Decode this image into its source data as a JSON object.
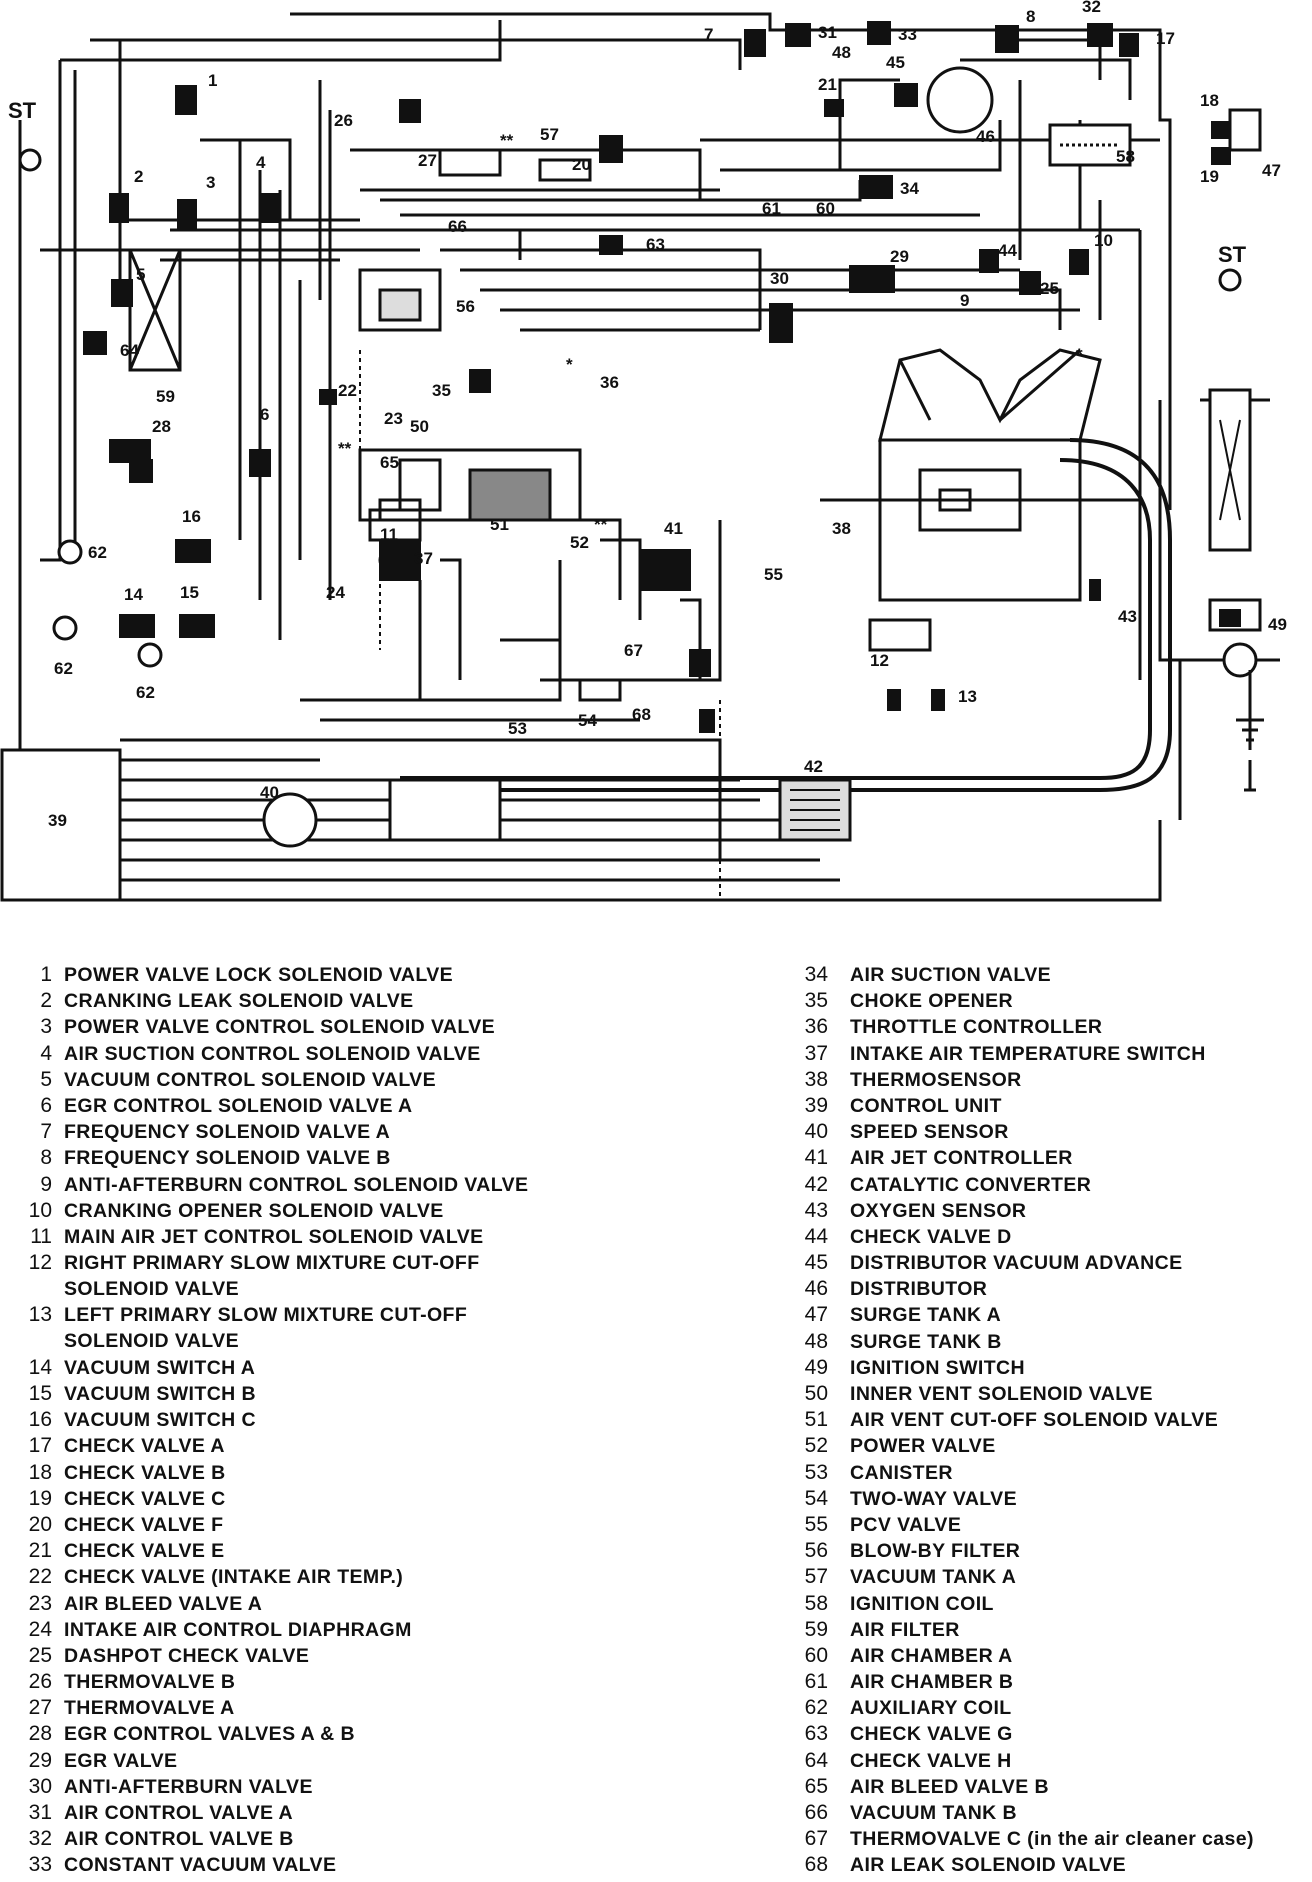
{
  "diagram": {
    "labels": {
      "st_left": "ST",
      "st_right": "ST",
      "c1": "1",
      "c2": "2",
      "c3": "3",
      "c4": "4",
      "c5": "5",
      "c6": "6",
      "c7": "7",
      "c8": "8",
      "c9": "9",
      "c10": "10",
      "c11": "11",
      "c12": "12",
      "c13": "13",
      "c14": "14",
      "c15": "15",
      "c16": "16",
      "c17": "17",
      "c18": "18",
      "c19": "19",
      "c20": "20",
      "c21": "21",
      "c22": "22",
      "c23": "23",
      "c24": "24",
      "c25": "25",
      "c26": "26",
      "c27": "27",
      "c28": "28",
      "c29": "29",
      "c30": "30",
      "c31": "31",
      "c32": "32",
      "c33": "33",
      "c34": "34",
      "c35": "35",
      "c36": "36",
      "c37": "37",
      "c38": "38",
      "c39": "39",
      "c40": "40",
      "c41": "41",
      "c42": "42",
      "c43": "43",
      "c44": "44",
      "c45": "45",
      "c46": "46",
      "c47": "47",
      "c48": "48",
      "c49": "49",
      "c50": "50",
      "c51": "51",
      "c52": "52",
      "c53": "53",
      "c54": "54",
      "c55": "55",
      "c56": "56",
      "c57": "57",
      "c58": "58",
      "c59": "59",
      "c60": "60",
      "c61": "61",
      "c62a": "62",
      "c62b": "62",
      "c62c": "62",
      "c63": "63",
      "c64": "64",
      "c65": "65",
      "c66": "66",
      "c67": "67",
      "c68": "68",
      "star_a": "**",
      "star_b": "**",
      "star_c": "**",
      "star_d": "*",
      "star_e": "*"
    }
  },
  "legend": {
    "left": [
      {
        "num": "1",
        "text": "POWER VALVE LOCK SOLENOID VALVE"
      },
      {
        "num": "2",
        "text": "CRANKING LEAK SOLENOID VALVE"
      },
      {
        "num": "3",
        "text": "POWER VALVE CONTROL SOLENOID VALVE"
      },
      {
        "num": "4",
        "text": "AIR SUCTION CONTROL SOLENOID VALVE"
      },
      {
        "num": "5",
        "text": "VACUUM CONTROL SOLENOID VALVE"
      },
      {
        "num": "6",
        "text": "EGR CONTROL SOLENOID VALVE A"
      },
      {
        "num": "7",
        "text": "FREQUENCY SOLENOID VALVE A"
      },
      {
        "num": "8",
        "text": "FREQUENCY SOLENOID VALVE B"
      },
      {
        "num": "9",
        "text": "ANTI-AFTERBURN CONTROL SOLENOID VALVE"
      },
      {
        "num": "10",
        "text": "CRANKING OPENER SOLENOID VALVE"
      },
      {
        "num": "11",
        "text": "MAIN AIR JET CONTROL SOLENOID VALVE"
      },
      {
        "num": "12",
        "text": "RIGHT PRIMARY SLOW MIXTURE CUT-OFF\nSOLENOID VALVE"
      },
      {
        "num": "13",
        "text": "LEFT PRIMARY SLOW MIXTURE CUT-OFF\nSOLENOID VALVE"
      },
      {
        "num": "14",
        "text": "VACUUM SWITCH A"
      },
      {
        "num": "15",
        "text": "VACUUM SWITCH B"
      },
      {
        "num": "16",
        "text": "VACUUM SWITCH C"
      },
      {
        "num": "17",
        "text": "CHECK VALVE A"
      },
      {
        "num": "18",
        "text": "CHECK VALVE B"
      },
      {
        "num": "19",
        "text": "CHECK VALVE C"
      },
      {
        "num": "20",
        "text": "CHECK VALVE F"
      },
      {
        "num": "21",
        "text": "CHECK VALVE E"
      },
      {
        "num": "22",
        "text": "CHECK VALVE (INTAKE AIR TEMP.)"
      },
      {
        "num": "23",
        "text": "AIR BLEED VALVE A"
      },
      {
        "num": "24",
        "text": "INTAKE AIR CONTROL DIAPHRAGM"
      },
      {
        "num": "25",
        "text": "DASHPOT CHECK VALVE"
      },
      {
        "num": "26",
        "text": "THERMOVALVE B"
      },
      {
        "num": "27",
        "text": "THERMOVALVE A"
      },
      {
        "num": "28",
        "text": "EGR CONTROL VALVES A & B"
      },
      {
        "num": "29",
        "text": "EGR VALVE"
      },
      {
        "num": "30",
        "text": "ANTI-AFTERBURN VALVE"
      },
      {
        "num": "31",
        "text": "AIR CONTROL VALVE A"
      },
      {
        "num": "32",
        "text": "AIR CONTROL VALVE B"
      },
      {
        "num": "33",
        "text": "CONSTANT VACUUM VALVE"
      }
    ],
    "right": [
      {
        "num": "34",
        "text": "AIR SUCTION VALVE"
      },
      {
        "num": "35",
        "text": "CHOKE OPENER"
      },
      {
        "num": "36",
        "text": "THROTTLE CONTROLLER"
      },
      {
        "num": "37",
        "text": "INTAKE AIR TEMPERATURE SWITCH"
      },
      {
        "num": "38",
        "text": "THERMOSENSOR"
      },
      {
        "num": "39",
        "text": "CONTROL UNIT"
      },
      {
        "num": "40",
        "text": "SPEED SENSOR"
      },
      {
        "num": "41",
        "text": "AIR JET CONTROLLER"
      },
      {
        "num": "42",
        "text": "CATALYTIC CONVERTER"
      },
      {
        "num": "43",
        "text": "OXYGEN SENSOR"
      },
      {
        "num": "44",
        "text": "CHECK VALVE D"
      },
      {
        "num": "45",
        "text": "DISTRIBUTOR VACUUM ADVANCE"
      },
      {
        "num": "46",
        "text": "DISTRIBUTOR"
      },
      {
        "num": "47",
        "text": "SURGE TANK A"
      },
      {
        "num": "48",
        "text": "SURGE TANK B"
      },
      {
        "num": "49",
        "text": "IGNITION SWITCH"
      },
      {
        "num": "50",
        "text": "INNER VENT SOLENOID VALVE"
      },
      {
        "num": "51",
        "text": "AIR VENT CUT-OFF SOLENOID VALVE"
      },
      {
        "num": "52",
        "text": "POWER VALVE"
      },
      {
        "num": "53",
        "text": "CANISTER"
      },
      {
        "num": "54",
        "text": "TWO-WAY VALVE"
      },
      {
        "num": "55",
        "text": "PCV VALVE"
      },
      {
        "num": "56",
        "text": "BLOW-BY FILTER"
      },
      {
        "num": "57",
        "text": "VACUUM TANK A"
      },
      {
        "num": "58",
        "text": "IGNITION COIL"
      },
      {
        "num": "59",
        "text": "AIR FILTER"
      },
      {
        "num": "60",
        "text": "AIR CHAMBER A"
      },
      {
        "num": "61",
        "text": "AIR CHAMBER B"
      },
      {
        "num": "62",
        "text": "AUXILIARY COIL"
      },
      {
        "num": "63",
        "text": "CHECK VALVE G"
      },
      {
        "num": "64",
        "text": "CHECK VALVE H"
      },
      {
        "num": "65",
        "text": "AIR BLEED VALVE B"
      },
      {
        "num": "66",
        "text": "VACUUM TANK B"
      },
      {
        "num": "67",
        "text": "THERMOVALVE C (in the air cleaner case)"
      },
      {
        "num": "68",
        "text": "AIR LEAK SOLENOID VALVE"
      }
    ]
  }
}
